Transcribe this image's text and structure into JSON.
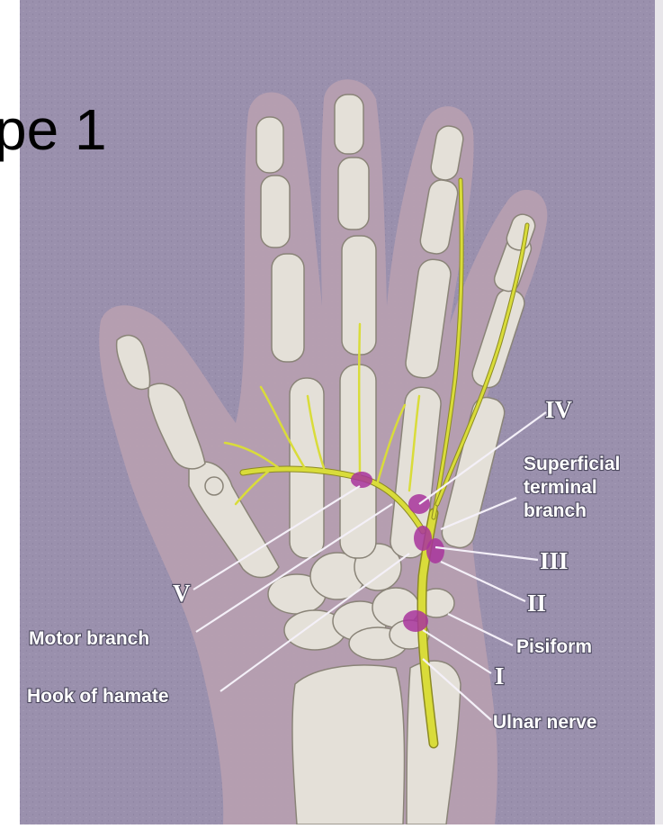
{
  "slide_title_fragment": "pe 1",
  "labels": {
    "roman_iv": "IV",
    "roman_iii": "III",
    "roman_ii": "II",
    "roman_i": "I",
    "roman_v": "V",
    "superficial_line1": "Superficial",
    "superficial_line2": "terminal",
    "superficial_line3": "branch",
    "pisiform": "Pisiform",
    "ulnar_nerve": "Ulnar nerve",
    "motor_branch": "Motor branch",
    "hook_of_hamate": "Hook of hamate"
  },
  "colors": {
    "background": "#9a90ad",
    "skin": "#b8a0b0",
    "bone": "#e4e0d8",
    "nerve": "#d9dc3a",
    "zone_marker": "#a8349c",
    "label_text": "#ffffff"
  }
}
